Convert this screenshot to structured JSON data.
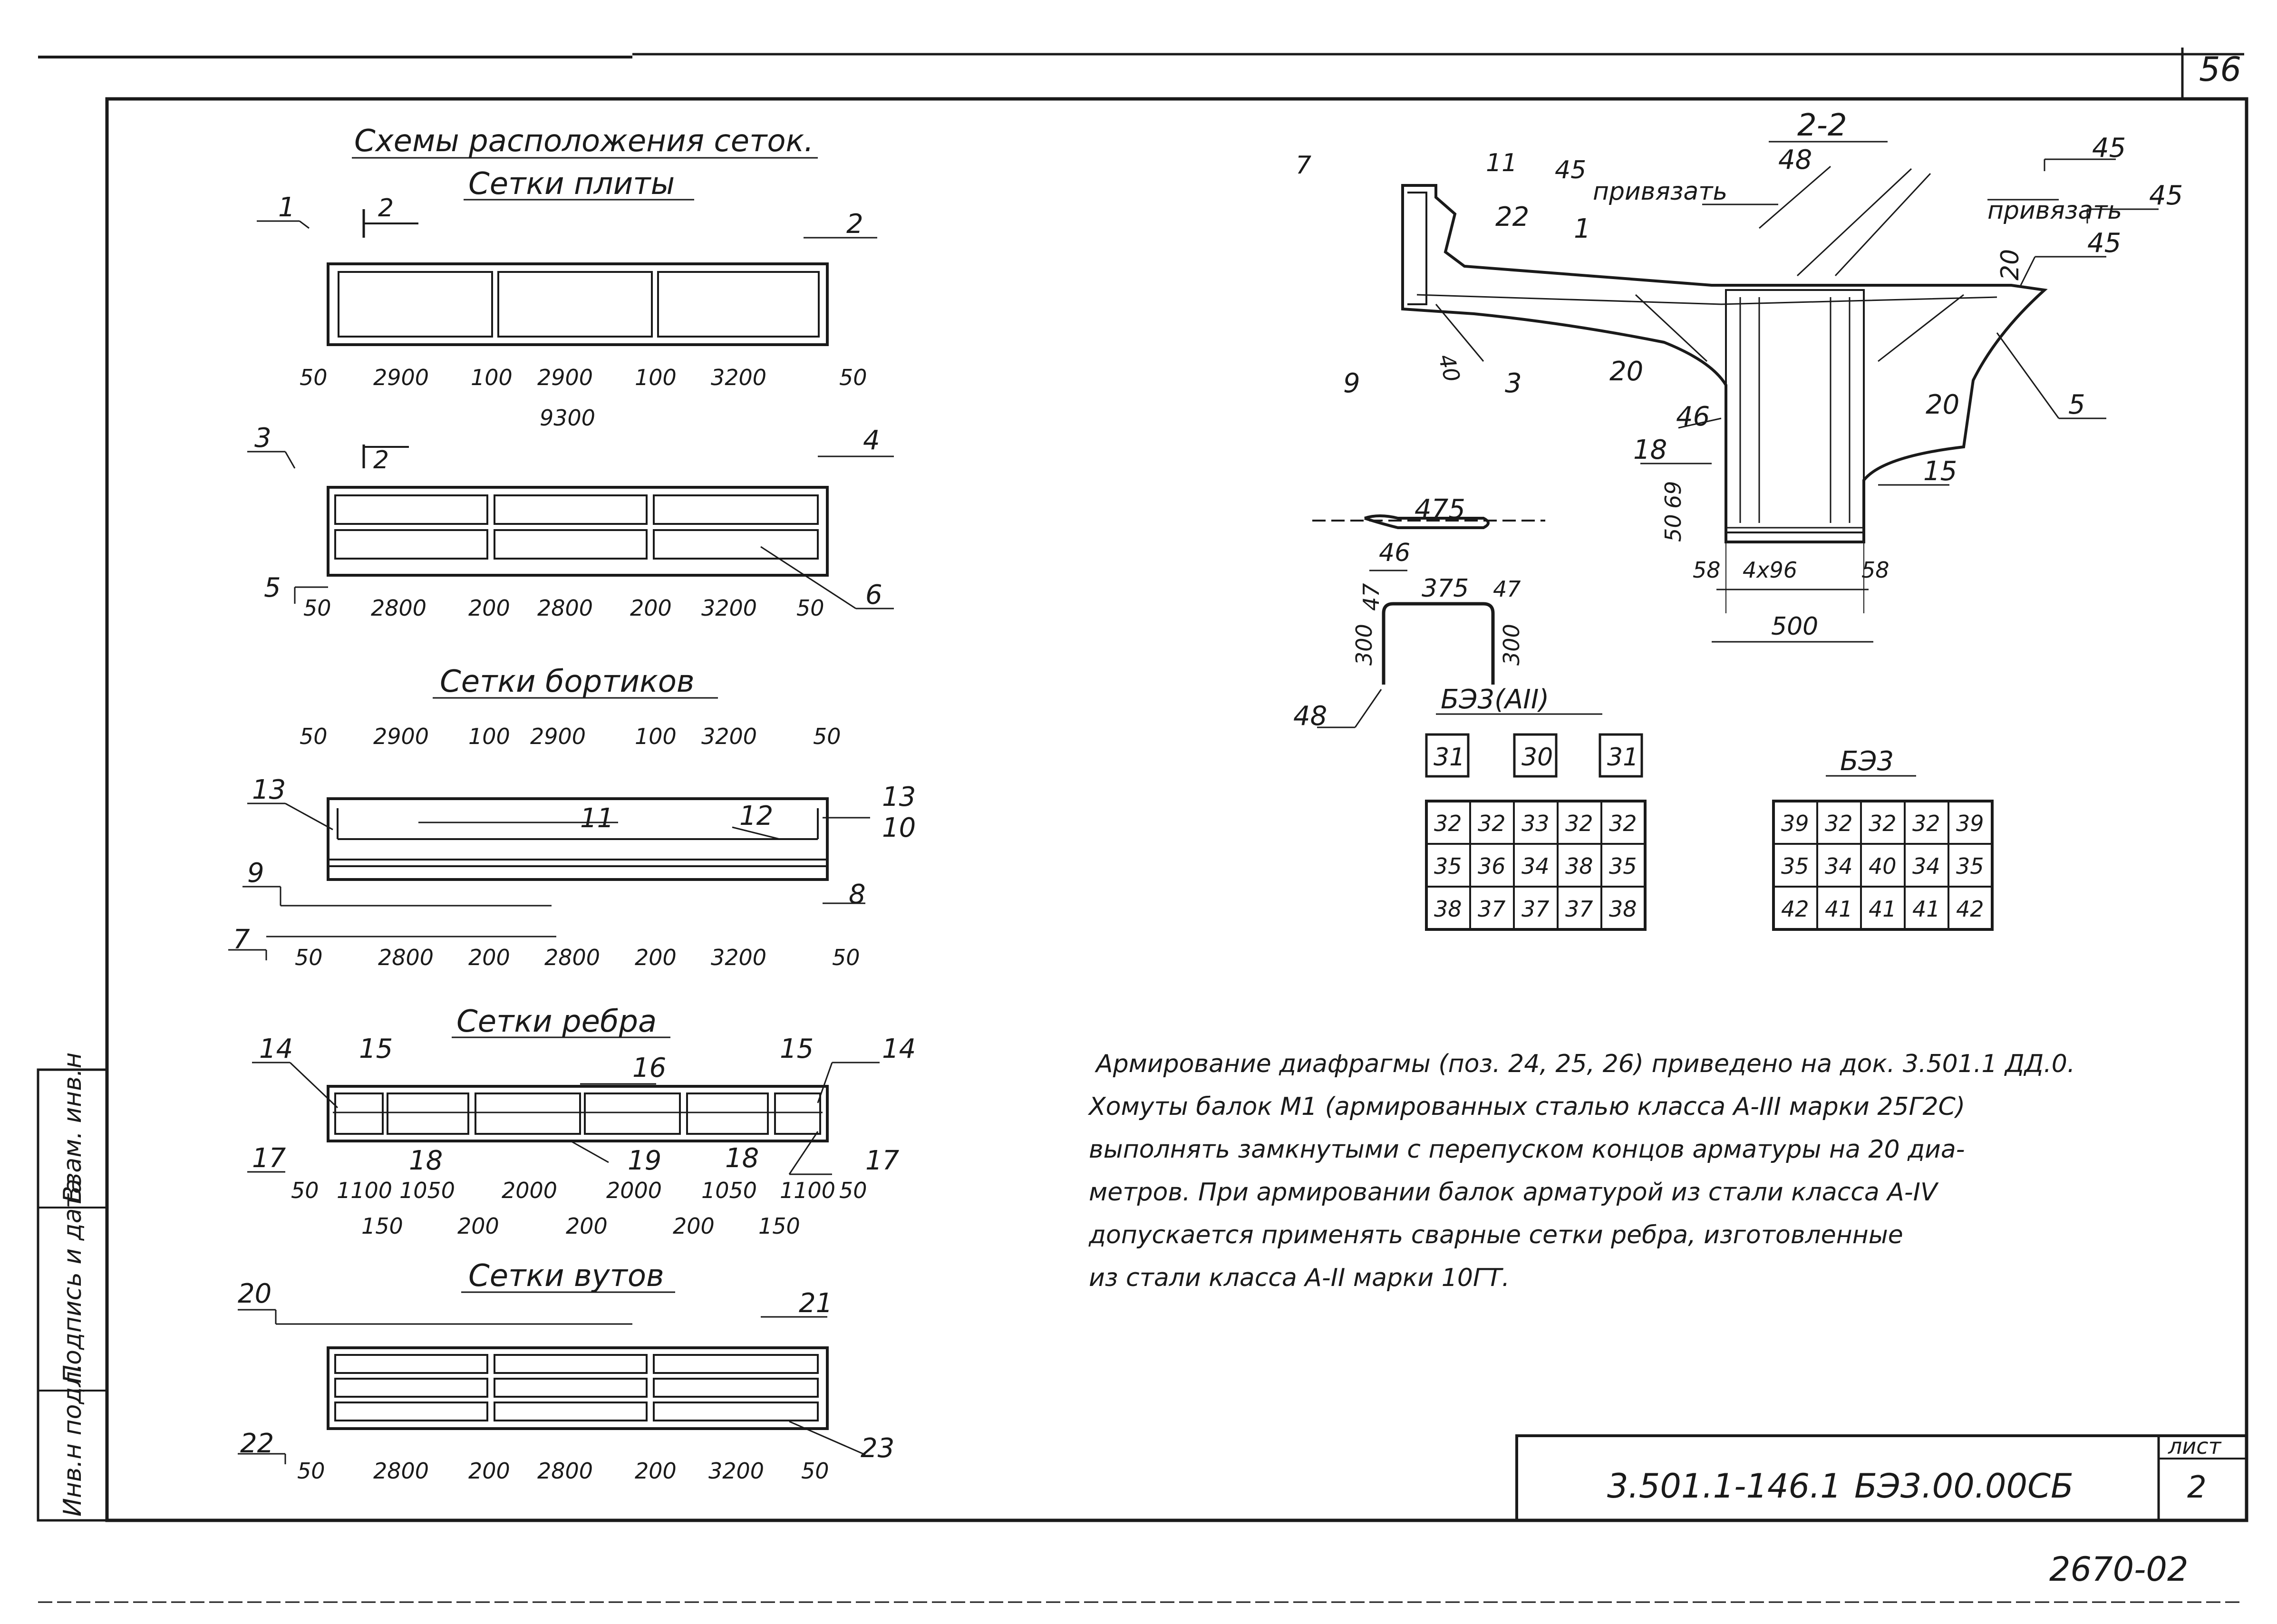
{
  "sheet_number": "56",
  "archive_number": "2670-02",
  "title_block": {
    "doc_code": "3.501.1-146.1",
    "mark": "БЭ3.00.00СБ",
    "sheet_label": "лист",
    "sheet": "2"
  },
  "side_stamp": [
    "Инв.н подл.",
    "Подпись и дата",
    "Взам. инв.н"
  ],
  "heading": "Схемы расположения сеток.",
  "slab": {
    "title": "Сетки плиты",
    "callouts": [
      "1",
      "2",
      "3",
      "4",
      "5",
      "6"
    ],
    "section_mark": "2",
    "dims1": [
      "50",
      "2900",
      "100",
      "2900",
      "100",
      "3200",
      "50"
    ],
    "total": "9300",
    "dims2": [
      "50",
      "2800",
      "200",
      "2800",
      "200",
      "3200",
      "50"
    ]
  },
  "sides": {
    "title": "Сетки бортиков",
    "callouts": [
      "7",
      "8",
      "9",
      "10",
      "11",
      "12",
      "13",
      "13"
    ],
    "dims_top": [
      "50",
      "2900",
      "100",
      "2900",
      "100",
      "3200",
      "50"
    ],
    "dims_bottom": [
      "50",
      "2800",
      "200",
      "2800",
      "200",
      "3200",
      "50"
    ]
  },
  "rib": {
    "title": "Сетки ребра",
    "callouts": [
      "14",
      "14",
      "15",
      "15",
      "16",
      "17",
      "17",
      "18",
      "18",
      "19"
    ],
    "dims_top": [
      "50",
      "1100",
      "1050",
      "2000",
      "2000",
      "1050",
      "1100",
      "50"
    ],
    "dims_bottom": [
      "150",
      "200",
      "200",
      "200",
      "150"
    ]
  },
  "haunch": {
    "title": "Сетки вутов",
    "callouts": [
      "20",
      "21",
      "22",
      "23"
    ],
    "dims": [
      "50",
      "2800",
      "200",
      "2800",
      "200",
      "3200",
      "50"
    ]
  },
  "section": {
    "title": "2-2",
    "callouts": [
      "7",
      "11",
      "45",
      "48",
      "45",
      "45",
      "45",
      "22",
      "1",
      "20",
      "20",
      "20",
      "9",
      "3",
      "46",
      "18",
      "15",
      "5"
    ],
    "tie_label": "привязать",
    "dims": [
      "50",
      "69",
      "58",
      "4x96",
      "58",
      "500",
      "40"
    ]
  },
  "bent_bars": {
    "straight": "475",
    "straight_pos": "46",
    "bent": [
      "375",
      "300",
      "300",
      "47",
      "47"
    ],
    "bent_pos": "48"
  },
  "schedule_a2": {
    "title": "БЭ3(AII)",
    "top": [
      "31",
      "30",
      "31"
    ],
    "rows": [
      [
        "32",
        "32",
        "33",
        "32",
        "32"
      ],
      [
        "35",
        "36",
        "34",
        "38",
        "35"
      ],
      [
        "38",
        "37",
        "37",
        "37",
        "38"
      ]
    ]
  },
  "schedule": {
    "title": "БЭ3",
    "rows": [
      [
        "39",
        "32",
        "32",
        "32",
        "39"
      ],
      [
        "35",
        "34",
        "40",
        "34",
        "35"
      ],
      [
        "42",
        "41",
        "41",
        "41",
        "42"
      ]
    ]
  },
  "notes": [
    "Армирование диафрагмы (поз. 24, 25, 26) приведено на док. 3.501.1 ДД.0.",
    "Хомуты балок М1 (армированных сталью класса А-III марки 25Г2С)",
    "выполнять замкнутыми с перепуском концов арматуры на 20 диа-",
    "метров. При армировании балок арматурой из стали класса А-IV",
    "допускается применять сварные сетки ребра, изготовленные",
    "из стали класса А-II марки 10ГТ."
  ]
}
